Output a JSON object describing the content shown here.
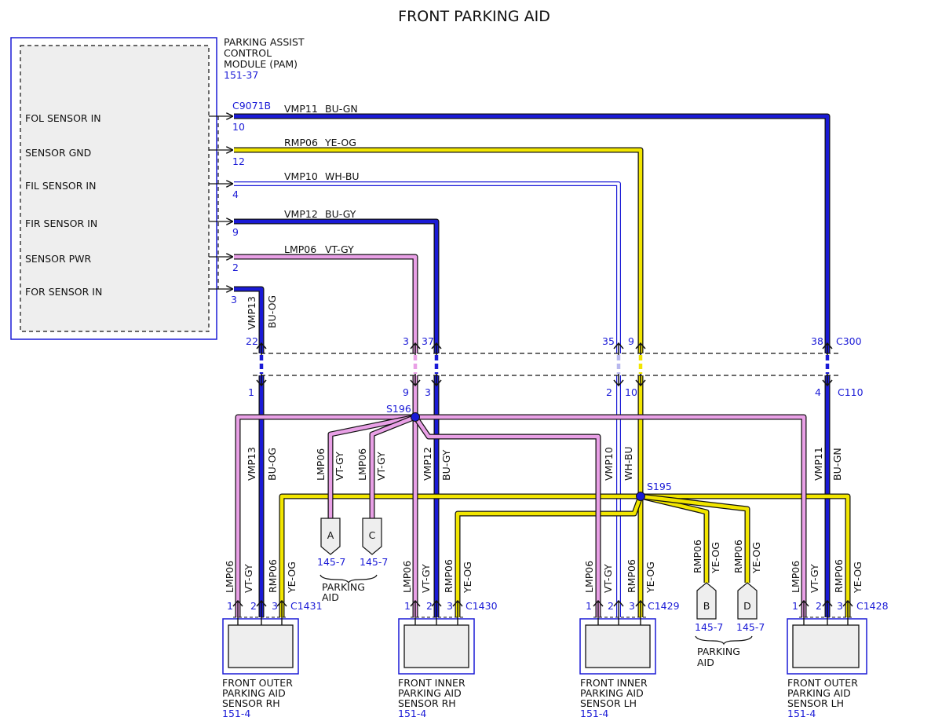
{
  "title": "FRONT PARKING AID",
  "colors": {
    "blue": "#1a1ad6",
    "yellow": "#f2e600",
    "pink": "#e9a0e6",
    "white_blue": "#ffffff",
    "edge": "#111111",
    "module_fill": "#eeeeee",
    "splice": "#1a1ad6"
  },
  "pam": {
    "name_lines": [
      "PARKING ASSIST",
      "CONTROL",
      "MODULE (PAM)"
    ],
    "ref": "151-37",
    "connector": "C9071B",
    "pins": [
      {
        "label": "FOL SENSOR IN",
        "pin": "10",
        "circuit": "VMP11",
        "color": "BU-GN"
      },
      {
        "label": "SENSOR GND",
        "pin": "12",
        "circuit": "RMP06",
        "color": "YE-OG"
      },
      {
        "label": "FIL SENSOR IN",
        "pin": "4",
        "circuit": "VMP10",
        "color": "WH-BU"
      },
      {
        "label": "FIR SENSOR IN",
        "pin": "9",
        "circuit": "VMP12",
        "color": "BU-GY"
      },
      {
        "label": "SENSOR PWR",
        "pin": "2",
        "circuit": "LMP06",
        "color": "VT-GY"
      },
      {
        "label": "FOR SENSOR IN",
        "pin": "3",
        "circuit": "VMP13",
        "color": "BU-OG"
      }
    ]
  },
  "c300": {
    "name": "C300",
    "pins": [
      "22",
      "3",
      "37",
      "35",
      "9",
      "38"
    ]
  },
  "c110": {
    "name": "C110",
    "pins": [
      "1",
      "9",
      "3",
      "2",
      "10",
      "4"
    ]
  },
  "splices": {
    "s196": "S196",
    "s195": "S195"
  },
  "vertical_labels": {
    "vmp13_upper": {
      "circuit": "VMP13",
      "color": "BU-OG"
    },
    "vmp13_lower": {
      "circuit": "VMP13",
      "color": "BU-OG"
    },
    "lmp06_a": {
      "circuit": "LMP06",
      "color": "VT-GY"
    },
    "lmp06_c": {
      "circuit": "LMP06",
      "color": "VT-GY"
    },
    "vmp12": {
      "circuit": "VMP12",
      "color": "BU-GY"
    },
    "vmp10": {
      "circuit": "VMP10",
      "color": "WH-BU"
    },
    "vmp11": {
      "circuit": "VMP11",
      "color": "BU-GN"
    },
    "rmp06_b": {
      "circuit": "RMP06",
      "color": "YE-OG"
    },
    "rmp06_d": {
      "circuit": "RMP06",
      "color": "YE-OG"
    }
  },
  "offpage": {
    "a": {
      "letter": "A",
      "ref": "145-7"
    },
    "c": {
      "letter": "C",
      "ref": "145-7"
    },
    "b": {
      "letter": "B",
      "ref": "145-7"
    },
    "d": {
      "letter": "D",
      "ref": "145-7"
    },
    "group_label_lines": [
      "PARKING",
      "AID"
    ]
  },
  "sensors": [
    {
      "connector": "C1431",
      "pins": [
        "1",
        "2",
        "3"
      ],
      "wires": [
        {
          "circuit": "LMP06",
          "color": "VT-GY"
        },
        {
          "circuit": "RMP06",
          "color": "YE-OG"
        }
      ],
      "name_lines": [
        "FRONT OUTER",
        "PARKING AID",
        "SENSOR RH"
      ],
      "ref": "151-4"
    },
    {
      "connector": "C1430",
      "pins": [
        "1",
        "2",
        "3"
      ],
      "wires": [
        {
          "circuit": "LMP06",
          "color": "VT-GY"
        },
        {
          "circuit": "RMP06",
          "color": "YE-OG"
        }
      ],
      "name_lines": [
        "FRONT INNER",
        "PARKING AID",
        "SENSOR RH"
      ],
      "ref": "151-4"
    },
    {
      "connector": "C1429",
      "pins": [
        "1",
        "2",
        "3"
      ],
      "wires": [
        {
          "circuit": "LMP06",
          "color": "VT-GY"
        },
        {
          "circuit": "RMP06",
          "color": "YE-OG"
        }
      ],
      "name_lines": [
        "FRONT INNER",
        "PARKING AID",
        "SENSOR LH"
      ],
      "ref": "151-4"
    },
    {
      "connector": "C1428",
      "pins": [
        "1",
        "2",
        "3"
      ],
      "wires": [
        {
          "circuit": "LMP06",
          "color": "VT-GY"
        },
        {
          "circuit": "RMP06",
          "color": "YE-OG"
        }
      ],
      "name_lines": [
        "FRONT OUTER",
        "PARKING AID",
        "SENSOR LH"
      ],
      "ref": "151-4"
    }
  ]
}
